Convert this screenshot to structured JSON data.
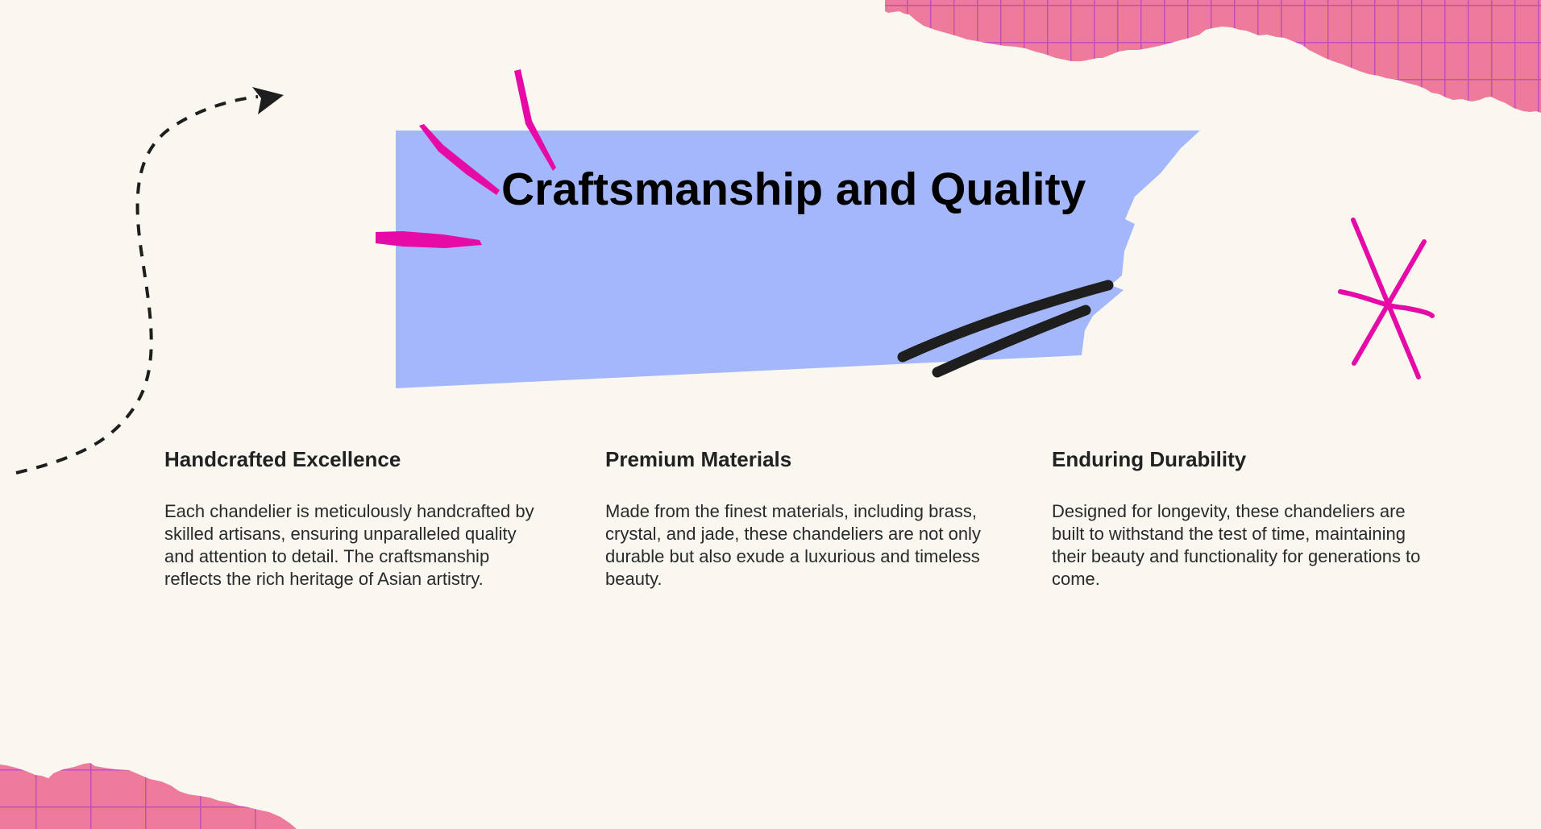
{
  "slide": {
    "title": "Craftsmanship and Quality",
    "colors": {
      "background": "#faf7f1",
      "title_panel": "#a3b7fa",
      "magenta_accent": "#e60ba7",
      "pink_paper": "#ef7b9c",
      "grid_lines": "#c14fbb",
      "ink": "#1e1e1e"
    },
    "columns": [
      {
        "heading": "Handcrafted Excellence",
        "body": "Each chandelier is meticulously handcrafted by skilled artisans, ensuring unparalleled quality and attention to detail. The craftsmanship reflects the rich heritage of Asian artistry."
      },
      {
        "heading": "Premium Materials",
        "body": "Made from the finest materials, including brass, crystal, and jade, these chandeliers are not only durable but also exude a luxurious and timeless beauty."
      },
      {
        "heading": "Enduring Durability",
        "body": "Designed for longevity, these chandeliers are built to withstand the test of time, maintaining their beauty and functionality for generations to come."
      }
    ],
    "decorations": {
      "top_right": "torn-grid-paper",
      "bottom_left": "torn-grid-paper",
      "left": "dashed-curved-arrow",
      "right": "asterisk-doodle",
      "title_marks": "burst-strokes",
      "panel_marks": "double-slash-strokes"
    }
  }
}
